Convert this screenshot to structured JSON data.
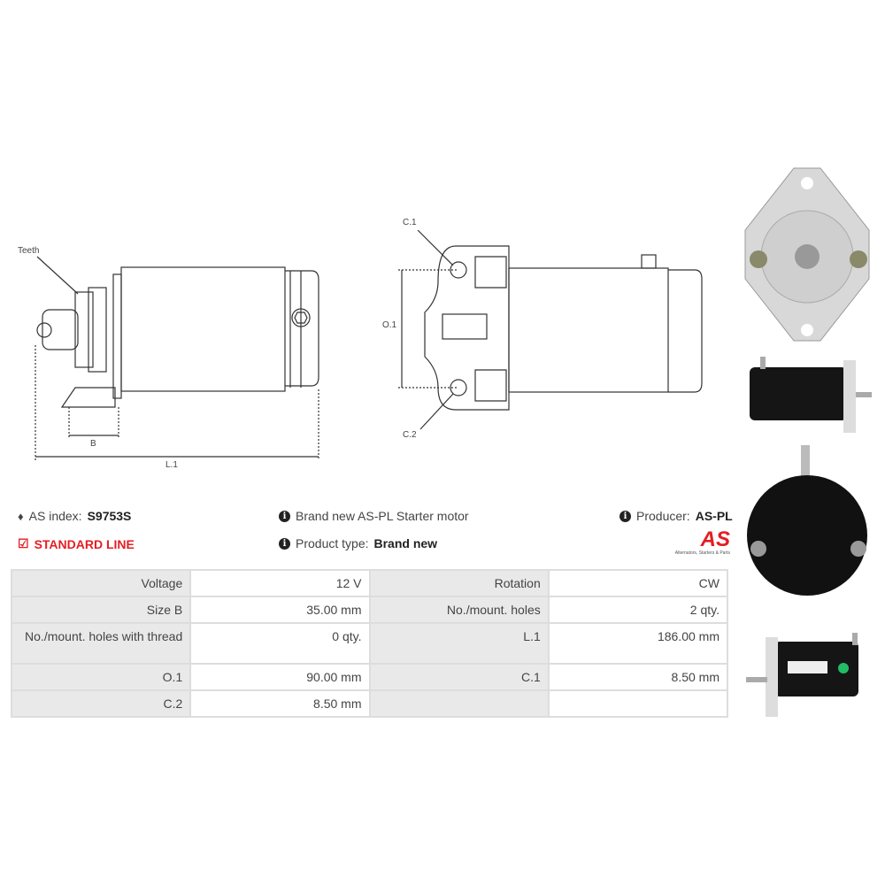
{
  "diagram_labels": {
    "teeth": "Teeth",
    "b": "B",
    "l1": "L.1",
    "c1": "C.1",
    "c2": "C.2",
    "o1": "O.1"
  },
  "info": {
    "as_index_label": "AS index:",
    "as_index_value": "S9753S",
    "line": "STANDARD LINE",
    "description": "Brand new AS-PL Starter motor",
    "product_type_label": "Product type:",
    "product_type_value": "Brand new",
    "producer_label": "Producer:",
    "producer_value": "AS-PL",
    "logo_text": "AS",
    "logo_tagline": "Alternators, Starters & Parts"
  },
  "specs": [
    [
      {
        "k": "Voltage",
        "v": "12 V"
      },
      {
        "k": "Rotation",
        "v": "CW"
      }
    ],
    [
      {
        "k": "Size B",
        "v": "35.00 mm"
      },
      {
        "k": "No./mount. holes",
        "v": "2 qty."
      }
    ],
    [
      {
        "k": "No./mount. holes with thread",
        "v": "0 qty."
      },
      {
        "k": "L.1",
        "v": "186.00 mm"
      }
    ],
    [
      {
        "k": "O.1",
        "v": "90.00 mm"
      },
      {
        "k": "C.1",
        "v": "8.50 mm"
      }
    ],
    [
      {
        "k": "C.2",
        "v": "8.50 mm"
      },
      {
        "k": "",
        "v": ""
      }
    ]
  ],
  "colors": {
    "accent": "#e31e24"
  }
}
